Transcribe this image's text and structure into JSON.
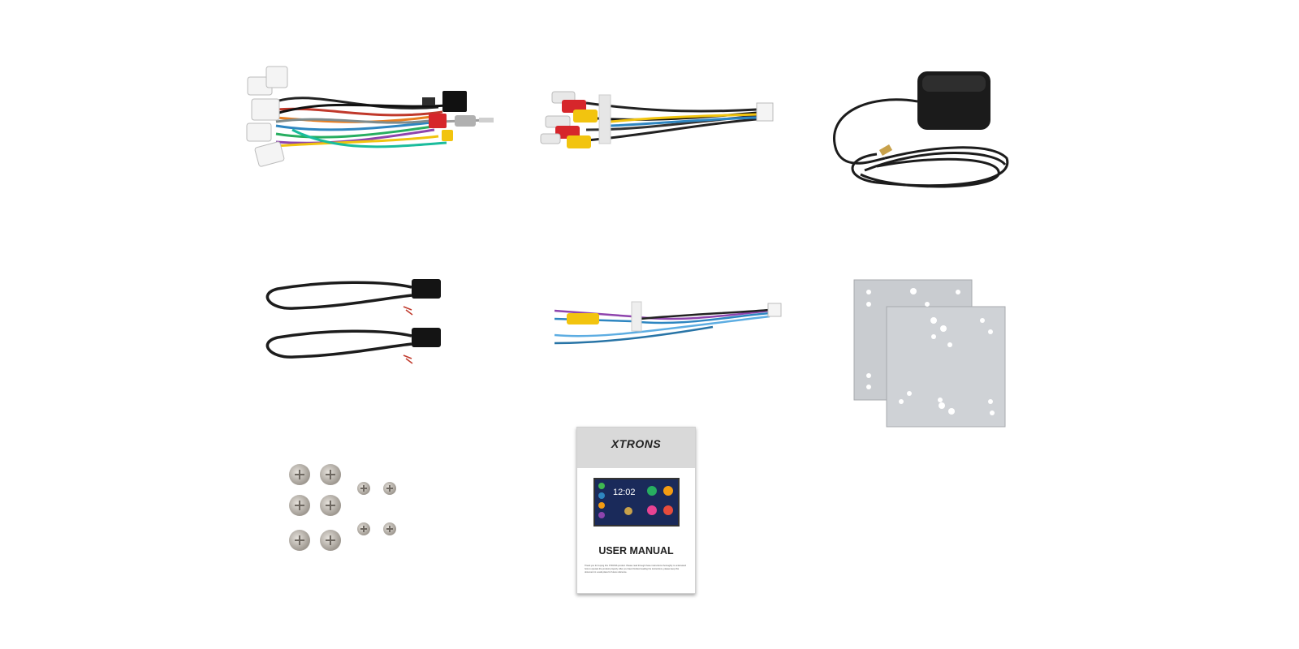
{
  "manual": {
    "brand": "XTRONS",
    "title": "USER MANUAL",
    "screen_time": "12:02",
    "fine_print": "Thank you for buying this XTRONS product. Please read through these instructions thoroughly to understand how to operate the product properly. After you have finished reading the instructions, please keep this document in a safe place for future reference."
  },
  "colors": {
    "background": "#ffffff",
    "cable": "#1c1c1c",
    "rca_red": "#d6262b",
    "rca_yellow": "#f2c40f",
    "rca_white": "#e8e8e8",
    "bracket": "#c9ccd0"
  },
  "items": [
    {
      "name": "wiring-harness"
    },
    {
      "name": "rca-cable"
    },
    {
      "name": "gps-antenna"
    },
    {
      "name": "usb-cable"
    },
    {
      "name": "camera-cable"
    },
    {
      "name": "mounting-brackets"
    },
    {
      "name": "screws"
    },
    {
      "name": "user-manual"
    }
  ]
}
